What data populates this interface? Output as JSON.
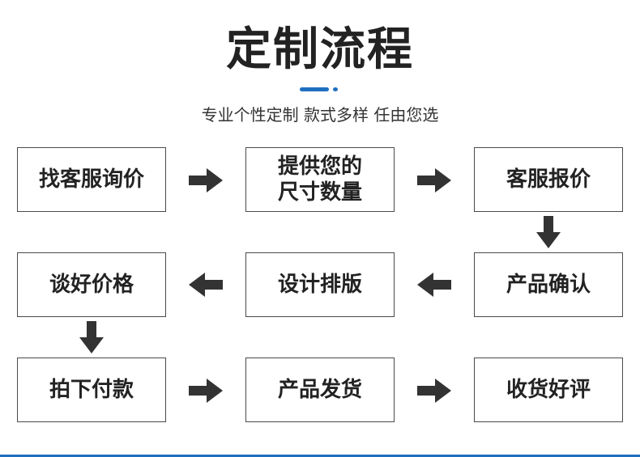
{
  "header": {
    "title": "定制流程",
    "subtitle": "专业个性定制 款式多样 任由您选",
    "accent_color": "#1f6fbf"
  },
  "colors": {
    "arrow": "#333333",
    "box_border": "#4a4a4a"
  },
  "steps": [
    {
      "label": "找客服询价"
    },
    {
      "label": "提供您的\n尺寸数量"
    },
    {
      "label": "客服报价"
    },
    {
      "label": "产品确认"
    },
    {
      "label": "设计排版"
    },
    {
      "label": "谈好价格"
    },
    {
      "label": "拍下付款"
    },
    {
      "label": "产品发货"
    },
    {
      "label": "收货好评"
    }
  ],
  "arrows": [
    {
      "from": 0,
      "to": 1,
      "direction": "right"
    },
    {
      "from": 1,
      "to": 2,
      "direction": "right"
    },
    {
      "from": 2,
      "to": 3,
      "direction": "down"
    },
    {
      "from": 3,
      "to": 4,
      "direction": "left"
    },
    {
      "from": 4,
      "to": 5,
      "direction": "left"
    },
    {
      "from": 5,
      "to": 6,
      "direction": "down"
    },
    {
      "from": 6,
      "to": 7,
      "direction": "right"
    },
    {
      "from": 7,
      "to": 8,
      "direction": "right"
    }
  ]
}
